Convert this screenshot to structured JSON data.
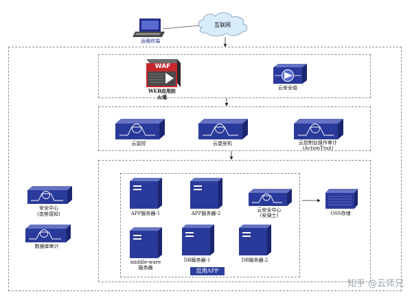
{
  "terminal_label": "运维终端",
  "internet_label": "互联网",
  "layer1": {
    "waf_badge": "WAF",
    "waf_label_line1": "WEB应用防",
    "waf_label_line2": "火墙",
    "shield_label": "云安全组"
  },
  "layer2": {
    "monitor_label": "云监控",
    "bastion_label": "云堡垒机",
    "audit_label_line1": "云控制台操作审计",
    "audit_label_line2": "(ActionTrail)"
  },
  "left_panel": {
    "center_line1": "安全中心",
    "center_line2": "(态势感知)",
    "db_audit_label": "数据库审计"
  },
  "app_zone": {
    "app1_label": "APP服务器-1",
    "app2_label": "APP服务器-2",
    "knight_line1": "云安全中心",
    "knight_line2": "(安骑士)",
    "mw_line1": "middle-ware",
    "mw_line2": "服务器",
    "db1_label": "DB服务器-1",
    "db2_label": "DB服务器-2",
    "tag": "应用APP"
  },
  "oss_label": "OSS存储",
  "watermark": "知乎 @云师兄",
  "colors": {
    "device_front": "#2a3a9a",
    "device_top": "#6573c2",
    "device_side": "#1a2670",
    "cloud_fill": "#d9ecfa",
    "waf_red": "#c8262c"
  }
}
